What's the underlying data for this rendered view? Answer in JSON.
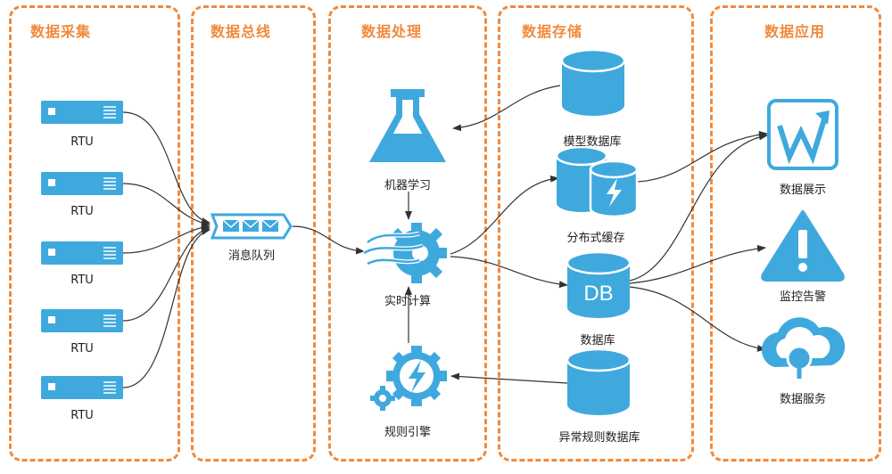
{
  "colors": {
    "accent": "#f08a3c",
    "icon": "#3fa9de",
    "line": "#333333"
  },
  "lanes": {
    "collect": "数据采集",
    "bus": "数据总线",
    "process": "数据处理",
    "storage": "数据存储",
    "application": "数据应用"
  },
  "nodes": {
    "rtu_1": "RTU",
    "rtu_2": "RTU",
    "rtu_3": "RTU",
    "rtu_4": "RTU",
    "rtu_5": "RTU",
    "message_queue": "消息队列",
    "machine_learning": "机器学习",
    "realtime_compute": "实时计算",
    "rule_engine": "规则引擎",
    "model_db": "模型数据库",
    "distributed_cache": "分布式缓存",
    "database": "数据库",
    "database_icon_text": "DB",
    "anomaly_rule_db": "异常规则数据库",
    "data_display": "数据展示",
    "monitor_alert": "监控告警",
    "data_service": "数据服务"
  },
  "icons": {
    "rtu": "server-icon",
    "message_queue": "envelope-queue-icon",
    "machine_learning": "flask-icon",
    "realtime_compute": "gear-stream-icon",
    "rule_engine": "gear-lightning-icon",
    "model_db": "database-cylinder-icon",
    "distributed_cache": "cache-lightning-icon",
    "database": "database-db-icon",
    "anomaly_rule_db": "database-cylinder-icon",
    "data_display": "chart-w-icon",
    "monitor_alert": "warning-icon",
    "data_service": "cloud-service-icon"
  }
}
